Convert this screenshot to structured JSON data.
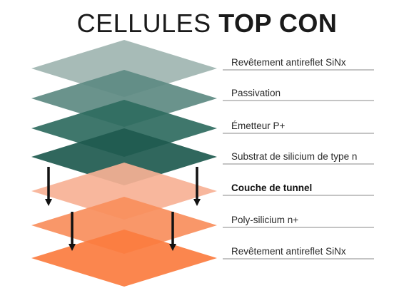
{
  "title": {
    "light": "CELLULES ",
    "bold": "TOP CON"
  },
  "layers": [
    {
      "label": "Revêtement antireflet SiNx",
      "color": "#9fb5b1",
      "bold": false
    },
    {
      "label": "Passivation",
      "color": "#5d8a82",
      "bold": false
    },
    {
      "label": "Émetteur P+",
      "color": "#2f6b60",
      "bold": false
    },
    {
      "label": "Substrat de silicium de type n",
      "color": "#1e5a4f",
      "bold": false
    },
    {
      "label": "Couche de tunnel",
      "color": "#f7b195",
      "bold": true
    },
    {
      "label": "Poly-silicium n+",
      "color": "#f88e5c",
      "bold": false
    },
    {
      "label": "Revêtement antireflet SiNx",
      "color": "#fb7c3f",
      "bold": false
    }
  ]
}
